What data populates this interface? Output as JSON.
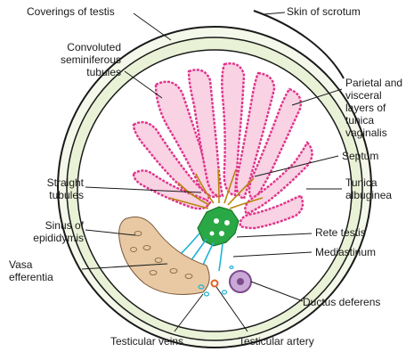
{
  "colors": {
    "tubule": "#e0338a",
    "tubule_fill": "#f9d2e4",
    "straight_tubule": "#b8860b",
    "rete_testis": "#2aa845",
    "vasa_efferentia": "#e8c9a3",
    "mediastinum": "#1fb3d4",
    "capsule_fill": "#e9f2d6",
    "ductus_deferens": "#7d4a8c",
    "artery": "#e2611f",
    "outline": "#1a1a1a"
  },
  "labels": {
    "coverings_of_testis": "Coverings of testis",
    "skin_of_scrotum": "Skin of scrotum",
    "convoluted_seminiferous_tubules": "Convoluted\nseminiferous\ntubules",
    "parietal_visceral_tunica_vaginalis": "Parietal and\nvisceral\nlayers of\ntunica\nvaginalis",
    "septum": "Septum",
    "straight_tubules": "Straight\ntubules",
    "tunica_albuginea": "Tunica\nalbuginea",
    "sinus_of_epididymis": "Sinus of\nepididymis",
    "rete_testis": "Rete testis",
    "mediastinum": "Mediastinum",
    "vasa_efferentia": "Vasa\nefferentia",
    "ductus_deferens": "Ductus deferens",
    "testicular_veins": "Testicular veins",
    "testicular_artery": "Testicular artery"
  }
}
